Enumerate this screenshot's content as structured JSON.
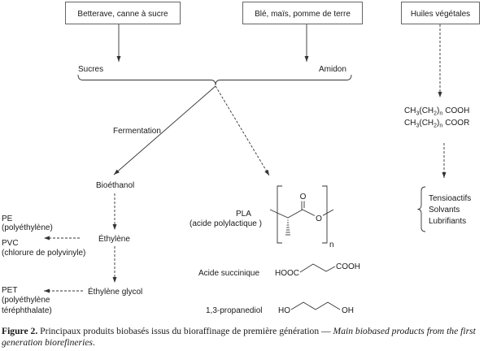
{
  "sources": {
    "sugar_crops": "Betterave, canne à sucre",
    "starch_crops": "Blé, maïs, pomme de terre",
    "oils": "Huiles végétales"
  },
  "intermediates": {
    "sugars": "Sucres",
    "starch": "Amidon"
  },
  "fermentation_path": {
    "process": "Fermentation",
    "bioethanol": "Bioéthanol",
    "ethylene": "Éthylène",
    "ethylene_glycol": "Éthylène glycol"
  },
  "polymers": {
    "pe": {
      "name": "PE",
      "full": "(polyéthylène)"
    },
    "pvc": {
      "name": "PVC",
      "full": "(chlorure de polyvinyle)"
    },
    "pet": {
      "name": "PET",
      "full_line1": "(polyéthylène",
      "full_line2": "téréphthalate)"
    }
  },
  "chemicals": {
    "pla": {
      "name": "PLA",
      "full": "(acide polylactique )",
      "carbonyl_o": "O",
      "ester_o": "O",
      "repeat": "n"
    },
    "succinic_acid": {
      "name": "Acide succinique",
      "left_group": "HOOC",
      "right_group": "COOH"
    },
    "propanediol": {
      "name": "1,3-propanediol",
      "left_group": "HO",
      "right_group": "OH"
    }
  },
  "oil_path": {
    "acid_formula": [
      "CH",
      "3",
      "(CH",
      "2",
      ")",
      "n",
      "COOH"
    ],
    "ester_formula": [
      "CH",
      "3",
      "(CH",
      "2",
      ")",
      "n",
      "COOR"
    ],
    "products": [
      "Tensioactifs",
      "Solvants",
      "Lubrifiants"
    ]
  },
  "caption": {
    "label": "Figure 2.",
    "french": " Principaux produits biobasés issus du bioraffinage de première génération — ",
    "english_line1": "Main biobased products from the first",
    "english_line2": "generation biorefineries",
    "end": "."
  },
  "colors": {
    "ink": "#1a1a1a",
    "line": "#333333",
    "box_border": "#555555"
  }
}
